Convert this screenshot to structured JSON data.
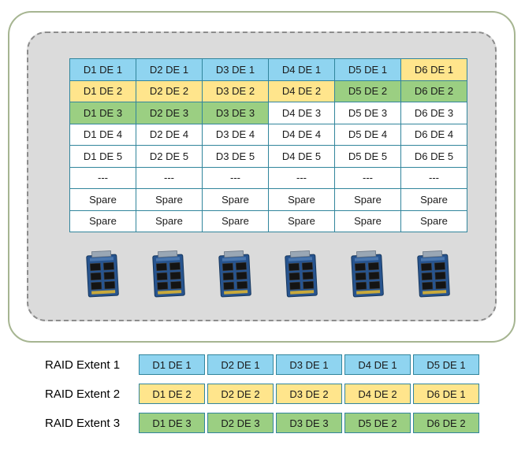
{
  "colors": {
    "blue": "#8fd4f0",
    "yellow": "#ffe58c",
    "green": "#9bcf82",
    "white": "#ffffff",
    "cell_border": "#31859c",
    "outer_border": "#a6b591",
    "inner_fill": "#dbdbdb",
    "inner_border": "#8c8c8c"
  },
  "grid": {
    "rows": [
      {
        "cells": [
          {
            "label": "D1 DE 1",
            "color": "blue"
          },
          {
            "label": "D2 DE 1",
            "color": "blue"
          },
          {
            "label": "D3 DE 1",
            "color": "blue"
          },
          {
            "label": "D4 DE 1",
            "color": "blue"
          },
          {
            "label": "D5 DE 1",
            "color": "blue"
          },
          {
            "label": "D6 DE 1",
            "color": "yellow"
          }
        ]
      },
      {
        "cells": [
          {
            "label": "D1 DE 2",
            "color": "yellow"
          },
          {
            "label": "D2 DE 2",
            "color": "yellow"
          },
          {
            "label": "D3 DE 2",
            "color": "yellow"
          },
          {
            "label": "D4 DE 2",
            "color": "yellow"
          },
          {
            "label": "D5 DE 2",
            "color": "green"
          },
          {
            "label": "D6 DE 2",
            "color": "green"
          }
        ]
      },
      {
        "cells": [
          {
            "label": "D1 DE 3",
            "color": "green"
          },
          {
            "label": "D2 DE 3",
            "color": "green"
          },
          {
            "label": "D3 DE 3",
            "color": "green"
          },
          {
            "label": "D4 DE 3",
            "color": "white"
          },
          {
            "label": "D5 DE 3",
            "color": "white"
          },
          {
            "label": "D6 DE 3",
            "color": "white"
          }
        ]
      },
      {
        "cells": [
          {
            "label": "D1 DE 4",
            "color": "white"
          },
          {
            "label": "D2 DE 4",
            "color": "white"
          },
          {
            "label": "D3 DE 4",
            "color": "white"
          },
          {
            "label": "D4 DE 4",
            "color": "white"
          },
          {
            "label": "D5 DE 4",
            "color": "white"
          },
          {
            "label": "D6 DE 4",
            "color": "white"
          }
        ]
      },
      {
        "cells": [
          {
            "label": "D1 DE 5",
            "color": "white"
          },
          {
            "label": "D2 DE 5",
            "color": "white"
          },
          {
            "label": "D3 DE 5",
            "color": "white"
          },
          {
            "label": "D4 DE 5",
            "color": "white"
          },
          {
            "label": "D5 DE 5",
            "color": "white"
          },
          {
            "label": "D6 DE 5",
            "color": "white"
          }
        ]
      },
      {
        "cells": [
          {
            "label": "---",
            "color": "white"
          },
          {
            "label": "---",
            "color": "white"
          },
          {
            "label": "---",
            "color": "white"
          },
          {
            "label": "---",
            "color": "white"
          },
          {
            "label": "---",
            "color": "white"
          },
          {
            "label": "---",
            "color": "white"
          }
        ]
      },
      {
        "cells": [
          {
            "label": "Spare",
            "color": "white"
          },
          {
            "label": "Spare",
            "color": "white"
          },
          {
            "label": "Spare",
            "color": "white"
          },
          {
            "label": "Spare",
            "color": "white"
          },
          {
            "label": "Spare",
            "color": "white"
          },
          {
            "label": "Spare",
            "color": "white"
          }
        ]
      },
      {
        "cells": [
          {
            "label": "Spare",
            "color": "white"
          },
          {
            "label": "Spare",
            "color": "white"
          },
          {
            "label": "Spare",
            "color": "white"
          },
          {
            "label": "Spare",
            "color": "white"
          },
          {
            "label": "Spare",
            "color": "white"
          },
          {
            "label": "Spare",
            "color": "white"
          }
        ]
      }
    ]
  },
  "drives": {
    "count": 6,
    "icon": "ssd-drive-icon"
  },
  "raid_extents": [
    {
      "label": "RAID Extent 1",
      "color": "blue",
      "cells": [
        "D1 DE 1",
        "D2 DE 1",
        "D3 DE 1",
        "D4 DE 1",
        "D5 DE 1"
      ]
    },
    {
      "label": "RAID Extent 2",
      "color": "yellow",
      "cells": [
        "D1 DE 2",
        "D2 DE 2",
        "D3 DE 2",
        "D4 DE 2",
        "D6 DE 1"
      ]
    },
    {
      "label": "RAID Extent 3",
      "color": "green",
      "cells": [
        "D1 DE 3",
        "D2 DE 3",
        "D3 DE 3",
        "D5 DE 2",
        "D6 DE 2"
      ]
    }
  ]
}
